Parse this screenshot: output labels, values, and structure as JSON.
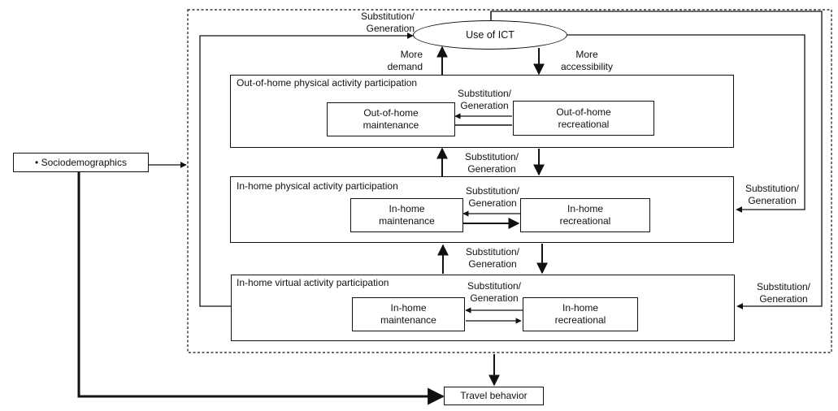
{
  "nodes": {
    "sociodemographics": "• Sociodemographics",
    "use_of_ict": "Use of ICT",
    "travel_behavior": "Travel behavior"
  },
  "panels": {
    "out_of_home": {
      "title": "Out-of-home physical activity participation",
      "left_box": [
        "Out-of-home",
        "maintenance"
      ],
      "right_box": [
        "Out-of-home",
        "recreational"
      ],
      "link_label": [
        "Substitution/",
        "Generation"
      ]
    },
    "in_home_physical": {
      "title": "In-home physical activity participation",
      "left_box": [
        "In-home",
        "maintenance"
      ],
      "right_box": [
        "In-home",
        "recreational"
      ],
      "link_label": [
        "Substitution/",
        "Generation"
      ]
    },
    "in_home_virtual": {
      "title": "In-home virtual activity participation",
      "left_box": [
        "In-home",
        "maintenance"
      ],
      "right_box": [
        "In-home",
        "recreational"
      ],
      "link_label": [
        "Substitution/",
        "Generation"
      ]
    }
  },
  "edge_labels": {
    "top_left": [
      "Substitution/",
      "Generation"
    ],
    "more_demand": [
      "More",
      "demand"
    ],
    "more_accessibility": [
      "More",
      "accessibility"
    ],
    "between_1_2": [
      "Substitution/",
      "Generation"
    ],
    "between_2_3": [
      "Substitution/",
      "Generation"
    ],
    "right_upper": [
      "Substitution/",
      "Generation"
    ],
    "right_lower": [
      "Substitution/",
      "Generation"
    ]
  }
}
